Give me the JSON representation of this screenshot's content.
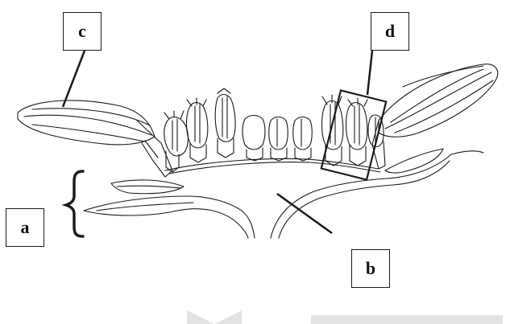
{
  "labels": {
    "a": "a",
    "b": "b",
    "c": "c",
    "d": "d"
  },
  "colors": {
    "ink": "#1a1a1a",
    "watermark": "#e3e3e3",
    "background": "#ffffff"
  }
}
